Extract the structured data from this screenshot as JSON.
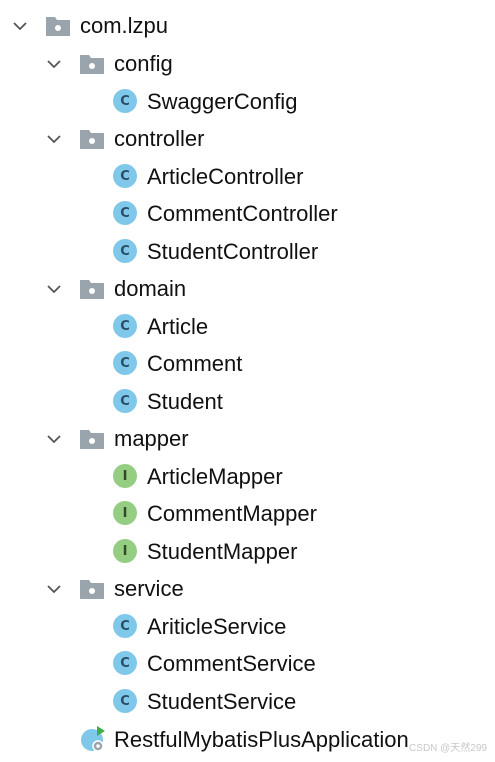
{
  "tree": {
    "root": {
      "label": "com.lzpu"
    },
    "config": {
      "label": "config",
      "items": [
        "SwaggerConfig"
      ]
    },
    "controller": {
      "label": "controller",
      "items": [
        "ArticleController",
        "CommentController",
        "StudentController"
      ]
    },
    "domain": {
      "label": "domain",
      "items": [
        "Article",
        "Comment",
        "Student"
      ]
    },
    "mapper": {
      "label": "mapper",
      "items": [
        "ArticleMapper",
        "CommentMapper",
        "StudentMapper"
      ]
    },
    "service": {
      "label": "service",
      "items": [
        "AriticleService",
        "CommentService",
        "StudentService"
      ]
    },
    "app": {
      "label": "RestfulMybatisPlusApplication"
    }
  },
  "badges": {
    "class": "C",
    "interface": "I"
  },
  "colors": {
    "class_badge": "#7fc8ea",
    "interface_badge": "#95ce82",
    "folder": "#9aa4ad",
    "chevron": "#555555"
  },
  "watermark": "CSDN @天然299"
}
